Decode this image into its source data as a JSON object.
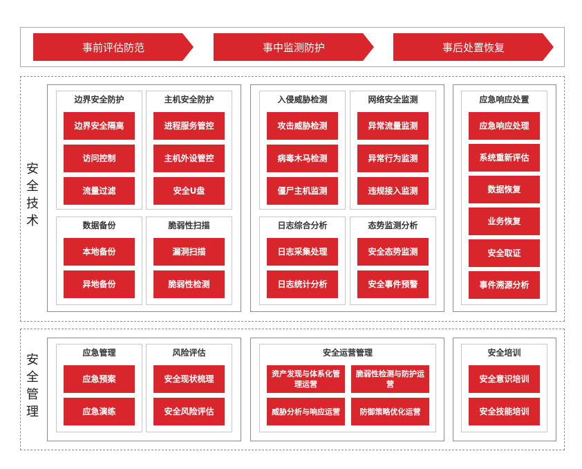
{
  "phases": [
    "事前评估防范",
    "事中监测防护",
    "事后处置恢复"
  ],
  "sections": {
    "tech": {
      "label": [
        "安",
        "全",
        "技",
        "术"
      ],
      "boxes": {
        "boundary": {
          "title": "边界安全防护",
          "items": [
            "边界安全隔离",
            "访问控制",
            "流量过滤"
          ]
        },
        "host": {
          "title": "主机安全防护",
          "items": [
            "进程服务管控",
            "主机外设管控",
            "安全U盘"
          ]
        },
        "backup": {
          "title": "数据备份",
          "items": [
            "本地备份",
            "异地备份"
          ]
        },
        "vuln": {
          "title": "脆弱性扫描",
          "items": [
            "漏洞扫描",
            "脆弱性检测"
          ]
        },
        "intrusion": {
          "title": "入侵威胁检测",
          "items": [
            "攻击威胁检测",
            "病毒木马检测",
            "僵尸主机监测"
          ]
        },
        "network": {
          "title": "网络安全监测",
          "items": [
            "异常流量监测",
            "异常行为监测",
            "违规接入监测"
          ]
        },
        "log": {
          "title": "日志综合分析",
          "items": [
            "日志采集处理",
            "日志统计分析"
          ]
        },
        "situation": {
          "title": "态势监测分析",
          "items": [
            "安全态势监测",
            "安全事件预警"
          ]
        },
        "response": {
          "title": "应急响应处置",
          "items": [
            "应急响应处理",
            "系统重新评估",
            "数据恢复",
            "业务恢复",
            "安全取证",
            "事件溯源分析"
          ]
        }
      }
    },
    "mgmt": {
      "label": [
        "安",
        "全",
        "管",
        "理"
      ],
      "boxes": {
        "emergency": {
          "title": "应急管理",
          "items": [
            "应急预案",
            "应急演练"
          ]
        },
        "risk": {
          "title": "风险评估",
          "items": [
            "安全现状梳理",
            "安全风险评估"
          ]
        },
        "ops": {
          "title": "安全运营管理",
          "items": [
            "资产发现与体系化管理运营",
            "脆弱性检测与防护运营",
            "威胁分析与响应运营",
            "防御策略优化运营"
          ]
        },
        "training": {
          "title": "安全培训",
          "items": [
            "安全意识培训",
            "安全技能培训"
          ]
        }
      }
    }
  }
}
